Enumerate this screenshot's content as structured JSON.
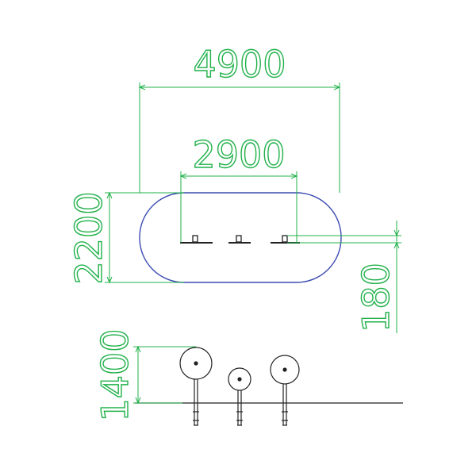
{
  "colors": {
    "dimension": "#21b14a",
    "outline": "#3b4bb0",
    "line": "#222222",
    "background": "#ffffff"
  },
  "dimensions": {
    "overall_length": "4900",
    "inner_length": "2900",
    "overall_width": "2200",
    "side_offset": "180",
    "height": "1400"
  }
}
